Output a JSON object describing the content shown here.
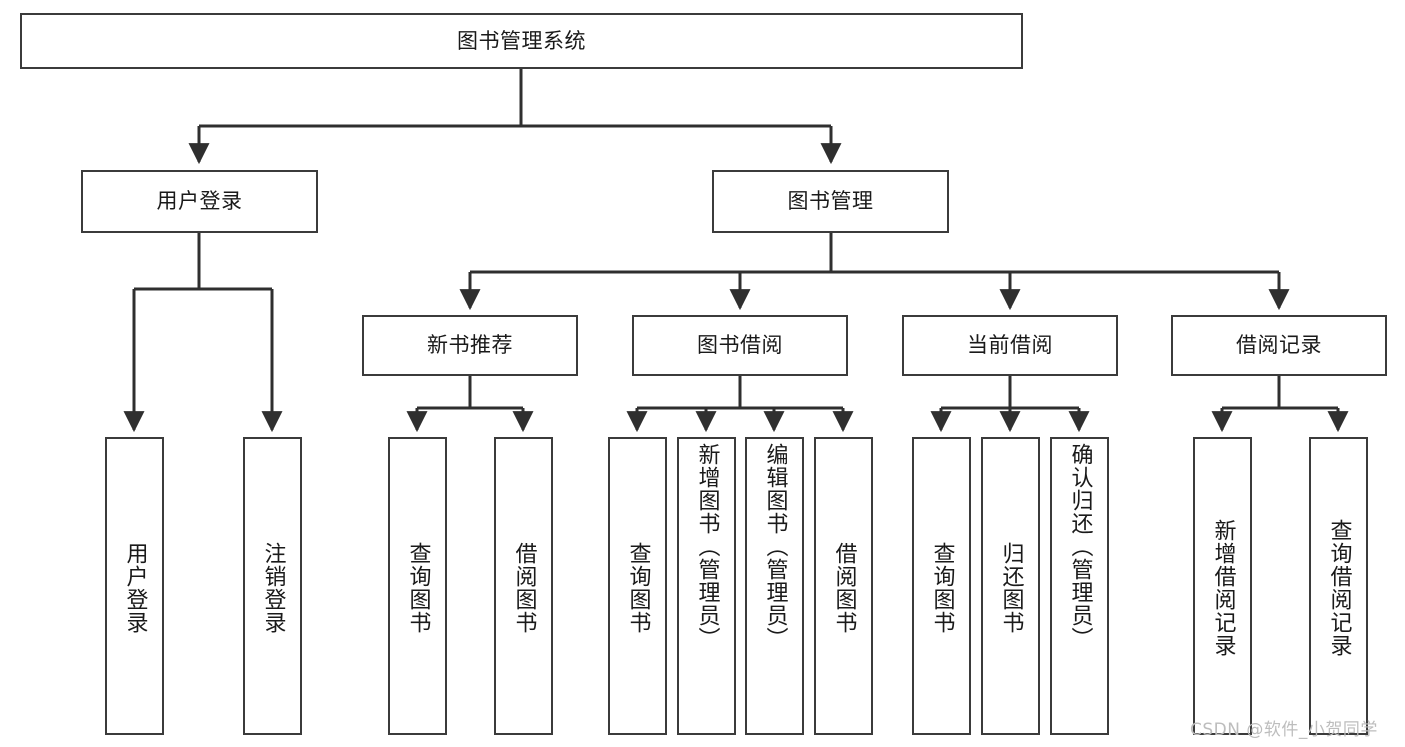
{
  "diagram": {
    "title": "图书管理系统",
    "type": "tree-hierarchy",
    "root": {
      "id": "root",
      "label": "图书管理系统"
    },
    "level2": [
      {
        "id": "user-login",
        "label": "用户登录"
      },
      {
        "id": "book-management",
        "label": "图书管理"
      }
    ],
    "level3": [
      {
        "id": "new-book-recommend",
        "label": "新书推荐",
        "parent": "book-management"
      },
      {
        "id": "book-borrow",
        "label": "图书借阅",
        "parent": "book-management"
      },
      {
        "id": "current-borrow",
        "label": "当前借阅",
        "parent": "book-management"
      },
      {
        "id": "borrow-record",
        "label": "借阅记录",
        "parent": "book-management"
      }
    ],
    "leaves": [
      {
        "id": "leaf-user-login",
        "label": "用户登录",
        "parent": "user-login"
      },
      {
        "id": "leaf-logout-login",
        "label": "注销登录",
        "parent": "user-login"
      },
      {
        "id": "leaf-query-book-1",
        "label": "查询图书",
        "parent": "new-book-recommend"
      },
      {
        "id": "leaf-borrow-book-1",
        "label": "借阅图书",
        "parent": "new-book-recommend"
      },
      {
        "id": "leaf-query-book-2",
        "label": "查询图书",
        "parent": "book-borrow"
      },
      {
        "id": "leaf-add-book",
        "label": "新增图书（管理员）",
        "parent": "book-borrow"
      },
      {
        "id": "leaf-edit-book",
        "label": "编辑图书（管理员）",
        "parent": "book-borrow"
      },
      {
        "id": "leaf-borrow-book-2",
        "label": "借阅图书",
        "parent": "book-borrow"
      },
      {
        "id": "leaf-query-book-3",
        "label": "查询图书",
        "parent": "current-borrow"
      },
      {
        "id": "leaf-return-book",
        "label": "归还图书",
        "parent": "current-borrow"
      },
      {
        "id": "leaf-confirm-return",
        "label": "确认归还（管理员）",
        "parent": "current-borrow"
      },
      {
        "id": "leaf-add-record",
        "label": "新增借阅记录",
        "parent": "borrow-record"
      },
      {
        "id": "leaf-query-record",
        "label": "查询借阅记录",
        "parent": "borrow-record"
      }
    ]
  },
  "watermark": {
    "text": "CSDN @软件_小贺同学"
  },
  "colors": {
    "box_border": "#3b3b3b",
    "box_fill": "#ffffff",
    "connector": "#2f2f2f",
    "text": "#1a1a1a",
    "watermark": "#bdbdbd",
    "background": "#ffffff"
  }
}
